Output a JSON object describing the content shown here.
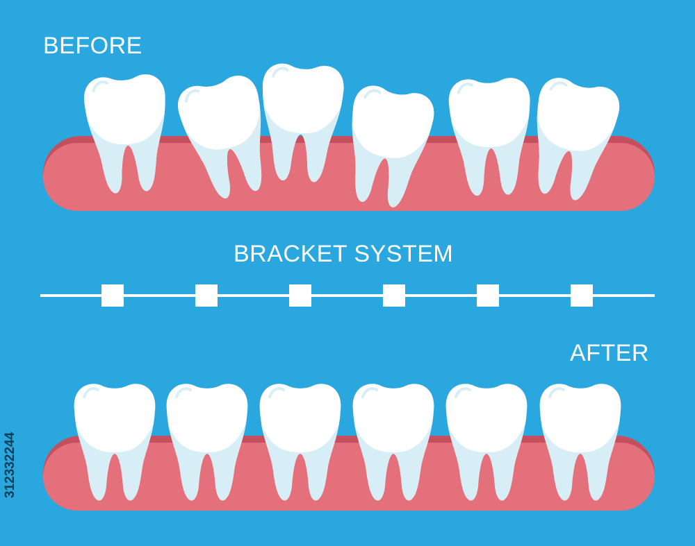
{
  "labels": {
    "before": "BEFORE",
    "bracket_system": "BRACKET SYSTEM",
    "after": "AFTER"
  },
  "stock_id": "312332244",
  "colors": {
    "background": "#2aa7df",
    "gum": "#e4707b",
    "gum_shadow": "#c54f5f",
    "tooth": "#ffffff",
    "tooth_shade": "#d8eef6",
    "wire": "#ffffff"
  },
  "bracket_count": 6,
  "teeth_per_row": 6,
  "icons": [
    "tooth-icon",
    "bracket-icon"
  ]
}
